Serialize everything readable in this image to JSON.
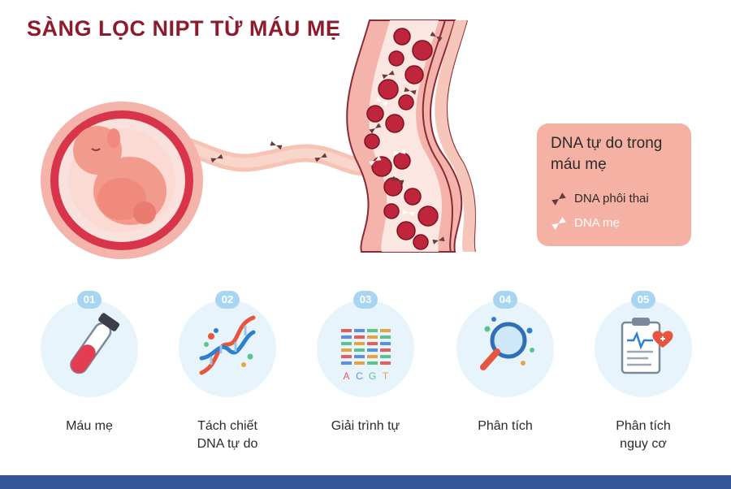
{
  "title": "SÀNG LỌC NIPT TỪ MÁU MẸ",
  "legend": {
    "title": "DNA tự do trong máu mẹ",
    "items": [
      {
        "label": "DNA phôi thai",
        "icon": "fetal-dna-icon",
        "color": "#6b3b3b"
      },
      {
        "label": "DNA mẹ",
        "icon": "maternal-dna-icon",
        "color": "#ffffff"
      }
    ]
  },
  "steps": [
    {
      "number": "01",
      "label": "Máu mẹ",
      "icon": "blood-tube-icon"
    },
    {
      "number": "02",
      "label": "Tách chiết\nDNA tự do",
      "icon": "dna-helix-icon"
    },
    {
      "number": "03",
      "label": "Giải trình tự",
      "icon": "sequencing-icon",
      "bases": [
        "A",
        "C",
        "G",
        "T"
      ]
    },
    {
      "number": "04",
      "label": "Phân tích",
      "icon": "magnifier-icon"
    },
    {
      "number": "05",
      "label": "Phân tích\nnguy cơ",
      "icon": "clipboard-heart-icon"
    }
  ],
  "colors": {
    "title": "#8c1c2c",
    "legend_bg": "#f5b1a4",
    "badge": "#a8d5f0",
    "circle": "#e8f4fb",
    "footer": "#34579c"
  }
}
